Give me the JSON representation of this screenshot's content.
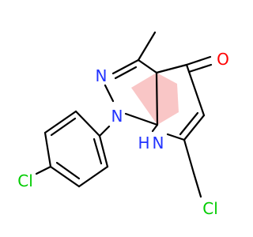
{
  "colors": {
    "bond": "#000000",
    "N": "#2233ff",
    "O": "#ff0000",
    "Cl": "#00cc00",
    "aromatic_highlight": "#f7b3b3"
  },
  "atoms": [
    {
      "id": "a1",
      "label": "N"
    },
    {
      "id": "a2",
      "label": "N"
    },
    {
      "id": "a3",
      "label": "H"
    },
    {
      "id": "a4",
      "label": "N"
    },
    {
      "id": "a5",
      "label": "O"
    },
    {
      "id": "a6",
      "label": "Cl"
    },
    {
      "id": "a7",
      "label": "Cl"
    }
  ]
}
